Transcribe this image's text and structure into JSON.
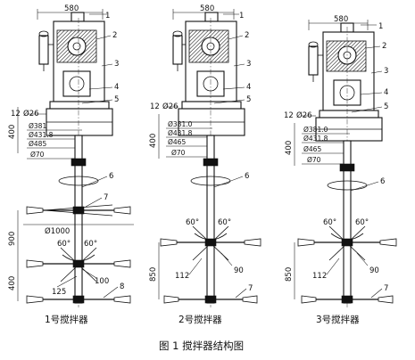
{
  "figure_title": "图 1  搅拌器结构图",
  "stirrers": [
    {
      "caption": "1号搅拌器",
      "dim_top": "580",
      "dim_rod": "12",
      "dim_rod2": "Ø26",
      "d1": "Ø381",
      "d2": "Ø431.8",
      "d3": "Ø485",
      "d4": "Ø70",
      "v400a": "400",
      "v900": "900",
      "v400b": "400",
      "d_imp": "Ø1000",
      "ang_l": "60°",
      "ang_r": "60°",
      "d_125": "125",
      "d_100": "100",
      "parts": [
        "1",
        "2",
        "3",
        "4",
        "5",
        "6",
        "7",
        "8"
      ]
    },
    {
      "caption": "2号搅拌器",
      "dim_top": "580",
      "dim_rod": "12",
      "dim_rod2": "Ø26",
      "d1": "Ø381.0",
      "d2": "Ø431.8",
      "d3": "Ø465",
      "d4": "Ø70",
      "v400a": "400",
      "v850": "850",
      "ang_l": "60°",
      "ang_r": "60°",
      "d_112": "112",
      "d_90": "90",
      "parts": [
        "1",
        "2",
        "3",
        "4",
        "5",
        "6",
        "7"
      ]
    },
    {
      "caption": "3号搅拌器",
      "dim_top": "580",
      "dim_rod": "12",
      "dim_rod2": "Ø26",
      "d1": "Ø381.0",
      "d2": "Ø431.8",
      "d3": "Ø465",
      "d4": "Ø70",
      "v400a": "400",
      "v850": "850",
      "ang_l": "60°",
      "ang_r": "60°",
      "d_112": "112",
      "d_90": "90",
      "parts": [
        "1",
        "2",
        "3",
        "4",
        "5",
        "6",
        "7"
      ]
    }
  ]
}
